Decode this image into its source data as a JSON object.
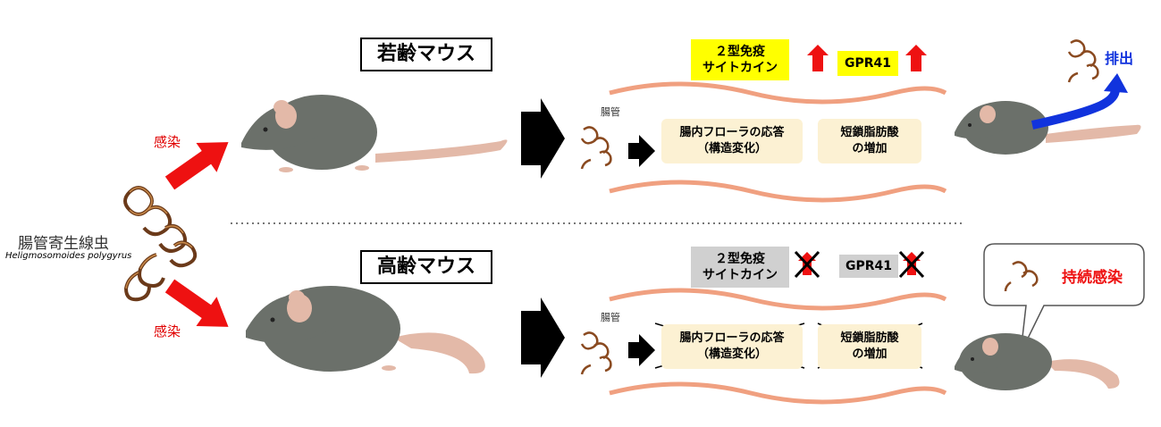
{
  "nematode": {
    "name_ja": "腸管寄生線虫",
    "name_latin": "Heligmosomoides polygyrus"
  },
  "infection_label": "感染",
  "gut_label": "腸管",
  "young": {
    "title": "若齢マウス",
    "type2_cytokine": "２型免疫\nサイトカイン",
    "gpr41": "GPR41",
    "flora_response": "腸内フローラの応答\n（構造変化）",
    "scfa_increase": "短鎖脂肪酸\nの増加",
    "outcome": "排出"
  },
  "old": {
    "title": "高齢マウス",
    "type2_cytokine": "２型免疫\nサイトカイン",
    "gpr41": "GPR41",
    "flora_response": "腸内フローラの応答\n（構造変化）",
    "scfa_increase": "短鎖脂肪酸\nの増加",
    "outcome": "持続感染"
  },
  "colors": {
    "arrow_red": "#ee1111",
    "arrow_blue": "#1133dd",
    "mouse_body": "#6b706a",
    "mouse_ear": "#e3b9a8",
    "gut_wall": "#f0a080",
    "highlight_yellow": "#ffff00",
    "cream": "#fcf1d3"
  }
}
